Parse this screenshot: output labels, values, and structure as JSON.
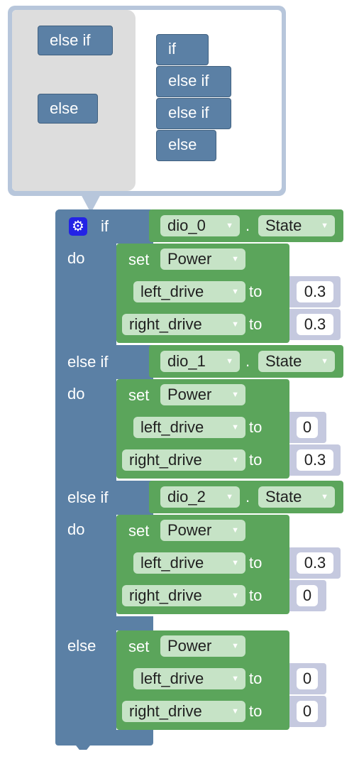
{
  "mutator": {
    "flyout": [
      "else if",
      "else"
    ],
    "stack": [
      "if",
      "else if",
      "else if",
      "else"
    ]
  },
  "block": {
    "if_label": "if",
    "else_if_label": "else if",
    "else_label": "else",
    "do_label": "do",
    "gear_icon": "gear-icon",
    "conditions": [
      {
        "device": "dio_0",
        "dot": ".",
        "property": "State"
      },
      {
        "device": "dio_1",
        "dot": ".",
        "property": "State"
      },
      {
        "device": "dio_2",
        "dot": ".",
        "property": "State"
      }
    ],
    "branches": [
      {
        "set": "set",
        "field": "Power",
        "left_port": "left_drive",
        "to": "to",
        "left_value": "0.3",
        "right_port": "right_drive",
        "right_value": "0.3"
      },
      {
        "set": "set",
        "field": "Power",
        "left_port": "left_drive",
        "to": "to",
        "left_value": "0",
        "right_port": "right_drive",
        "right_value": "0.3"
      },
      {
        "set": "set",
        "field": "Power",
        "left_port": "left_drive",
        "to": "to",
        "left_value": "0.3",
        "right_port": "right_drive",
        "right_value": "0"
      },
      {
        "set": "set",
        "field": "Power",
        "left_port": "left_drive",
        "to": "to",
        "left_value": "0",
        "right_port": "right_drive",
        "right_value": "0"
      }
    ]
  },
  "colors": {
    "control_block": "#5b80a5",
    "motor_block": "#5ba55b",
    "mutator_flyout": "#dddddd"
  }
}
